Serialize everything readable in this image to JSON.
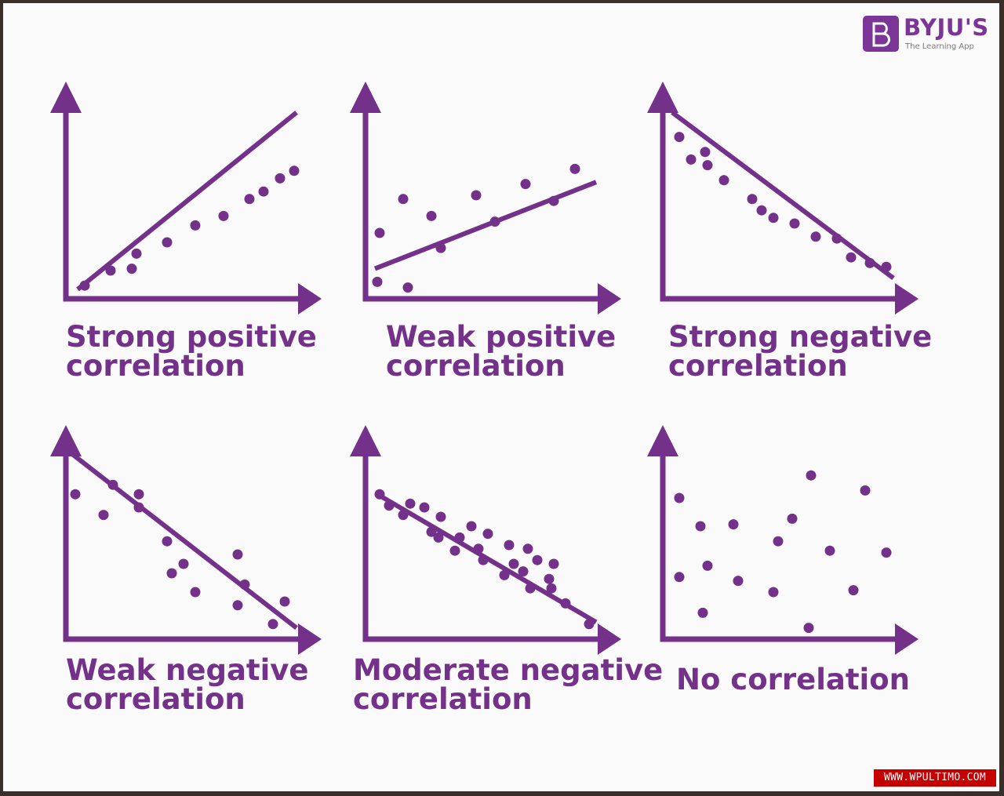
{
  "brand": {
    "name": "BYJU'S",
    "tagline": "The Learning App",
    "color": "#7b3596"
  },
  "watermark": {
    "text": "WWW.WPULTIMO.COM"
  },
  "accent_color": "#74318a",
  "panels": [
    {
      "id": "strong-positive",
      "caption_line1": "Strong positive",
      "caption_line2": "correlation",
      "trend": [
        [
          0.05,
          0.05
        ],
        [
          0.98,
          0.99
        ]
      ],
      "points": [
        [
          0.08,
          0.07
        ],
        [
          0.19,
          0.15
        ],
        [
          0.28,
          0.16
        ],
        [
          0.3,
          0.24
        ],
        [
          0.43,
          0.3
        ],
        [
          0.55,
          0.39
        ],
        [
          0.67,
          0.44
        ],
        [
          0.78,
          0.53
        ],
        [
          0.84,
          0.57
        ],
        [
          0.91,
          0.64
        ],
        [
          0.97,
          0.68
        ]
      ]
    },
    {
      "id": "weak-positive",
      "caption_line1": "Weak positive",
      "caption_line2": "correlation",
      "trend": [
        [
          0.04,
          0.16
        ],
        [
          0.98,
          0.62
        ]
      ],
      "points": [
        [
          0.05,
          0.09
        ],
        [
          0.06,
          0.35
        ],
        [
          0.18,
          0.06
        ],
        [
          0.16,
          0.53
        ],
        [
          0.28,
          0.44
        ],
        [
          0.32,
          0.27
        ],
        [
          0.47,
          0.55
        ],
        [
          0.55,
          0.41
        ],
        [
          0.68,
          0.61
        ],
        [
          0.8,
          0.52
        ],
        [
          0.89,
          0.69
        ]
      ]
    },
    {
      "id": "strong-negative",
      "caption_line1": "Strong negative",
      "caption_line2": "correlation",
      "trend": [
        [
          0.04,
          0.99
        ],
        [
          0.98,
          0.11
        ]
      ],
      "points": [
        [
          0.07,
          0.86
        ],
        [
          0.12,
          0.74
        ],
        [
          0.18,
          0.78
        ],
        [
          0.19,
          0.71
        ],
        [
          0.26,
          0.63
        ],
        [
          0.38,
          0.53
        ],
        [
          0.42,
          0.47
        ],
        [
          0.47,
          0.43
        ],
        [
          0.56,
          0.4
        ],
        [
          0.65,
          0.33
        ],
        [
          0.74,
          0.32
        ],
        [
          0.8,
          0.22
        ],
        [
          0.88,
          0.19
        ],
        [
          0.95,
          0.17
        ]
      ]
    },
    {
      "id": "weak-negative",
      "caption_line1": "Weak negative",
      "caption_line2": "correlation",
      "trend": [
        [
          0.03,
          0.98
        ],
        [
          0.98,
          0.06
        ]
      ],
      "points": [
        [
          0.04,
          0.77
        ],
        [
          0.16,
          0.66
        ],
        [
          0.2,
          0.82
        ],
        [
          0.31,
          0.77
        ],
        [
          0.31,
          0.7
        ],
        [
          0.43,
          0.52
        ],
        [
          0.45,
          0.35
        ],
        [
          0.5,
          0.4
        ],
        [
          0.55,
          0.25
        ],
        [
          0.73,
          0.45
        ],
        [
          0.76,
          0.29
        ],
        [
          0.73,
          0.18
        ],
        [
          0.88,
          0.08
        ],
        [
          0.93,
          0.2
        ]
      ]
    },
    {
      "id": "moderate-negative",
      "caption_line1": "Moderate negative",
      "caption_line2": "correlation",
      "trend": [
        [
          0.05,
          0.77
        ],
        [
          0.98,
          0.09
        ]
      ],
      "points": [
        [
          0.06,
          0.77
        ],
        [
          0.1,
          0.71
        ],
        [
          0.16,
          0.66
        ],
        [
          0.19,
          0.72
        ],
        [
          0.25,
          0.7
        ],
        [
          0.28,
          0.57
        ],
        [
          0.31,
          0.54
        ],
        [
          0.32,
          0.65
        ],
        [
          0.38,
          0.47
        ],
        [
          0.4,
          0.54
        ],
        [
          0.45,
          0.6
        ],
        [
          0.48,
          0.48
        ],
        [
          0.5,
          0.42
        ],
        [
          0.52,
          0.56
        ],
        [
          0.59,
          0.34
        ],
        [
          0.61,
          0.5
        ],
        [
          0.63,
          0.4
        ],
        [
          0.67,
          0.36
        ],
        [
          0.69,
          0.48
        ],
        [
          0.7,
          0.27
        ],
        [
          0.73,
          0.42
        ],
        [
          0.78,
          0.32
        ],
        [
          0.79,
          0.27
        ],
        [
          0.8,
          0.4
        ],
        [
          0.85,
          0.19
        ],
        [
          0.95,
          0.08
        ]
      ]
    },
    {
      "id": "no-correlation",
      "caption_line1": "No correlation",
      "caption_line2": "",
      "trend": null,
      "points": [
        [
          0.07,
          0.75
        ],
        [
          0.16,
          0.6
        ],
        [
          0.07,
          0.33
        ],
        [
          0.19,
          0.39
        ],
        [
          0.17,
          0.14
        ],
        [
          0.3,
          0.61
        ],
        [
          0.32,
          0.31
        ],
        [
          0.47,
          0.25
        ],
        [
          0.49,
          0.52
        ],
        [
          0.55,
          0.64
        ],
        [
          0.63,
          0.87
        ],
        [
          0.71,
          0.47
        ],
        [
          0.62,
          0.06
        ],
        [
          0.81,
          0.26
        ],
        [
          0.86,
          0.79
        ],
        [
          0.95,
          0.46
        ]
      ]
    }
  ]
}
